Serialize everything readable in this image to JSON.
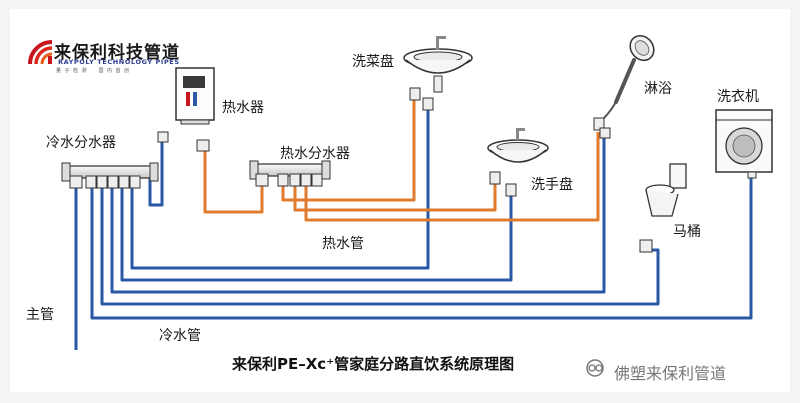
{
  "logo": {
    "name": "来保利科技管道",
    "english": "RAYPOLY TECHNOLOGY PIPES",
    "slogan": "量子检测　国内首创"
  },
  "labels": {
    "cold_manifold": "冷水分水器",
    "water_heater": "热水器",
    "hot_manifold": "热水分水器",
    "vegetable_sink": "洗菜盘",
    "shower": "淋浴",
    "washing_machine": "洗衣机",
    "wash_basin": "洗手盘",
    "toilet": "马桶",
    "hot_pipe": "热水管",
    "main_pipe": "主管",
    "cold_pipe": "冷水管"
  },
  "caption": "来保利PE–Xc⁺管家庭分路直饮系统原理图",
  "watermark": "佛塑来保利管道",
  "colors": {
    "cold": "#2b58a6",
    "hot": "#e07a2c",
    "logo_red": "#c7161d",
    "logo_orange": "#e85a1a"
  }
}
